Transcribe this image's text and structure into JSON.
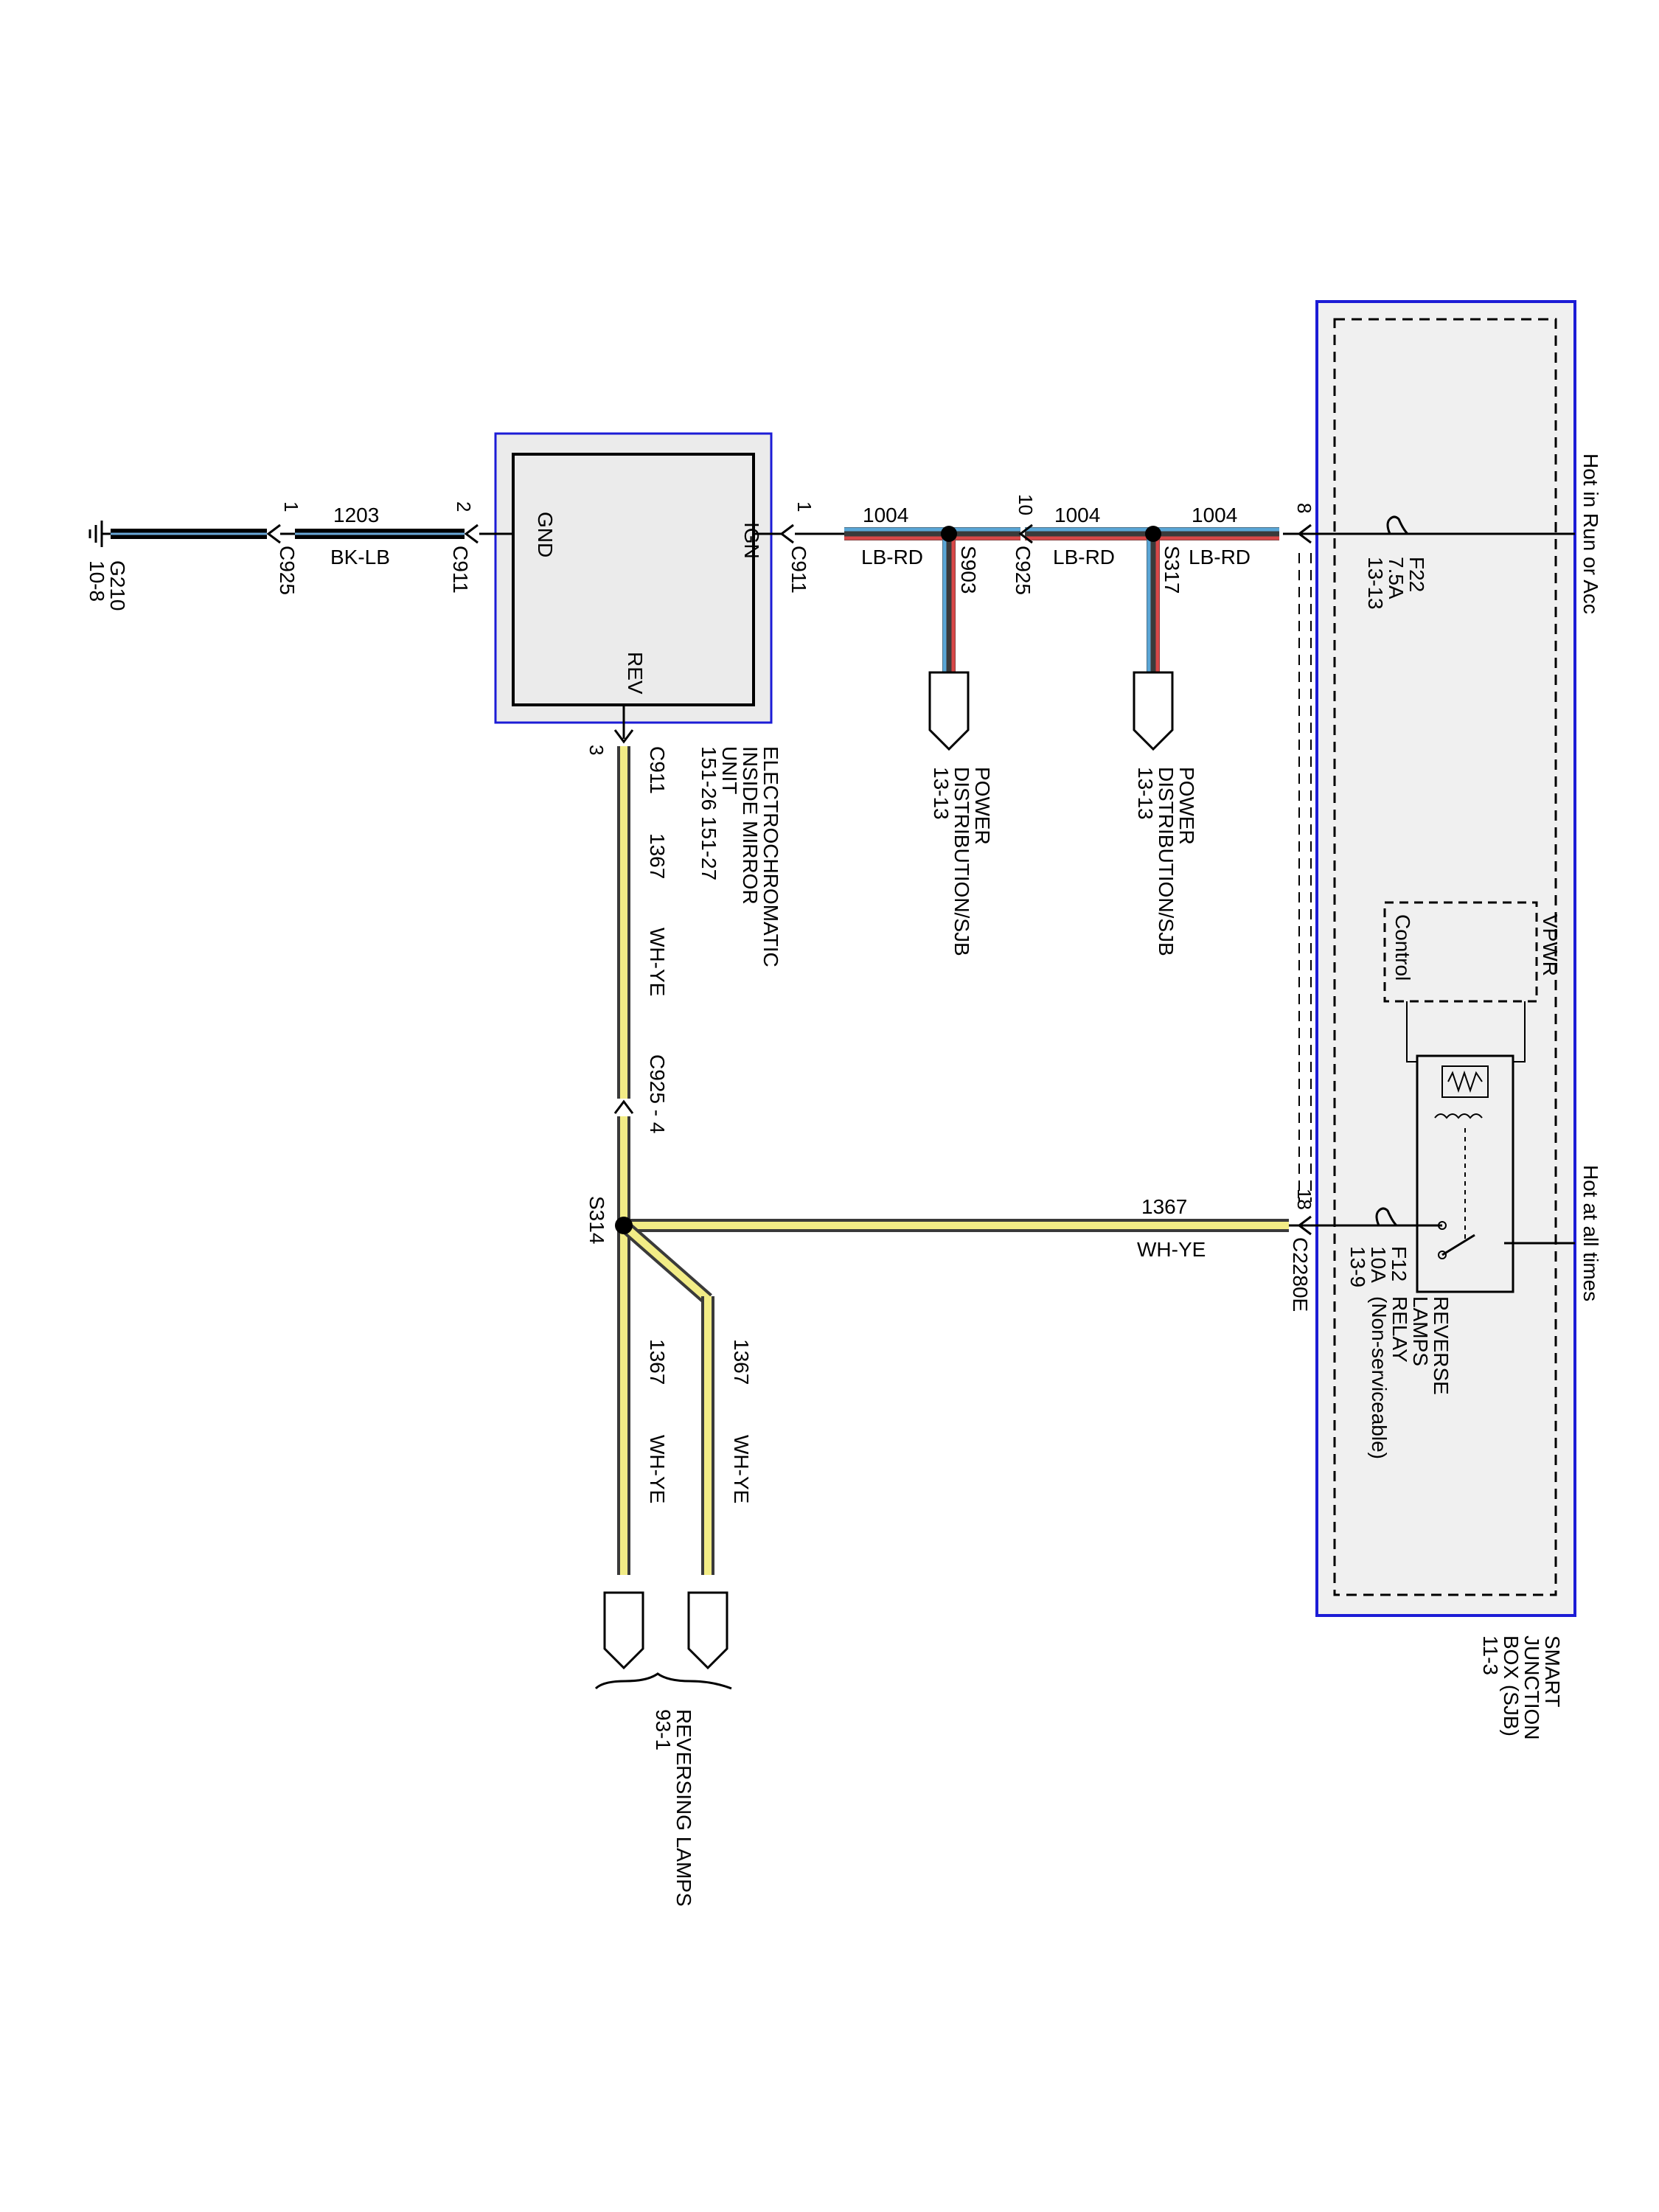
{
  "colors": {
    "sjb_border": "#1c1cd6",
    "sjb_fill": "#f0f0f0",
    "module_border": "#1c1cd6",
    "wire_lb_rd_light": "#5aa6d6",
    "wire_lb_rd_red": "#d84848",
    "wire_wh_ye": "#f2ec86",
    "wire_bk_lb": "#000000"
  },
  "sjb": {
    "hot_run_acc": "Hot in Run or Acc",
    "hot_all_times": "Hot at all times",
    "fuse_f22": {
      "name": "F22",
      "rating": "7.5A",
      "ref": "13-13"
    },
    "fuse_f12": {
      "name": "F12",
      "rating": "10A",
      "ref": "13-9"
    },
    "relay_vpwr": "VPWR",
    "relay_control": "Control",
    "relay_name": [
      "REVERSE",
      "LAMPS",
      "RELAY",
      "(Non-serviceable)"
    ],
    "box_name": [
      "SMART",
      "JUNCTION",
      "BOX (SJB)",
      "11-3"
    ]
  },
  "mirror": {
    "pin_gnd": "GND",
    "pin_ign": "IGN",
    "pin_rev": "REV",
    "name": [
      "ELECTROCHROMATIC",
      "INSIDE MIRROR",
      "UNIT",
      "151-26   151-27"
    ]
  },
  "connectors": {
    "c925_gnd": "C925",
    "c925_gnd_pin": "1",
    "c911_gnd": "C911",
    "c911_gnd_pin": "2",
    "c911_ign": "C911",
    "c911_ign_pin": "1",
    "c925_pwr": "C925",
    "c925_pwr_pin": "10",
    "sjb_pin_8": "8",
    "c911_rev": "C911",
    "c911_rev_pin": "3",
    "c925_rev": "C925 - 4",
    "c2280e": "C2280E",
    "c2280e_pin": "18"
  },
  "splices": {
    "s903": "S903",
    "s317": "S317",
    "s314": "S314"
  },
  "ground": {
    "name": "G210",
    "ref": "10-8"
  },
  "wires": {
    "gnd_circuit": "1203",
    "gnd_color": "BK-LB",
    "pwr_circuit_1": "1004",
    "pwr_color_1": "LB-RD",
    "pwr_circuit_2": "1004",
    "pwr_color_2": "LB-RD",
    "pwr_circuit_3": "1004",
    "pwr_color_3": "LB-RD",
    "rev_circuit_1": "1367",
    "rev_color_1": "WH-YE",
    "rev_circuit_2": "1367",
    "rev_color_2": "WH-YE",
    "rev_circuit_3": "1367",
    "rev_color_3": "WH-YE",
    "rev_circuit_4": "1367",
    "rev_color_4": "WH-YE"
  },
  "destinations": {
    "power_dist_1": [
      "POWER",
      "DISTRIBUTION/SJB",
      "13-13"
    ],
    "power_dist_2": [
      "POWER",
      "DISTRIBUTION/SJB",
      "13-13"
    ],
    "reversing_lamps": [
      "REVERSING LAMPS",
      "93-1"
    ]
  }
}
